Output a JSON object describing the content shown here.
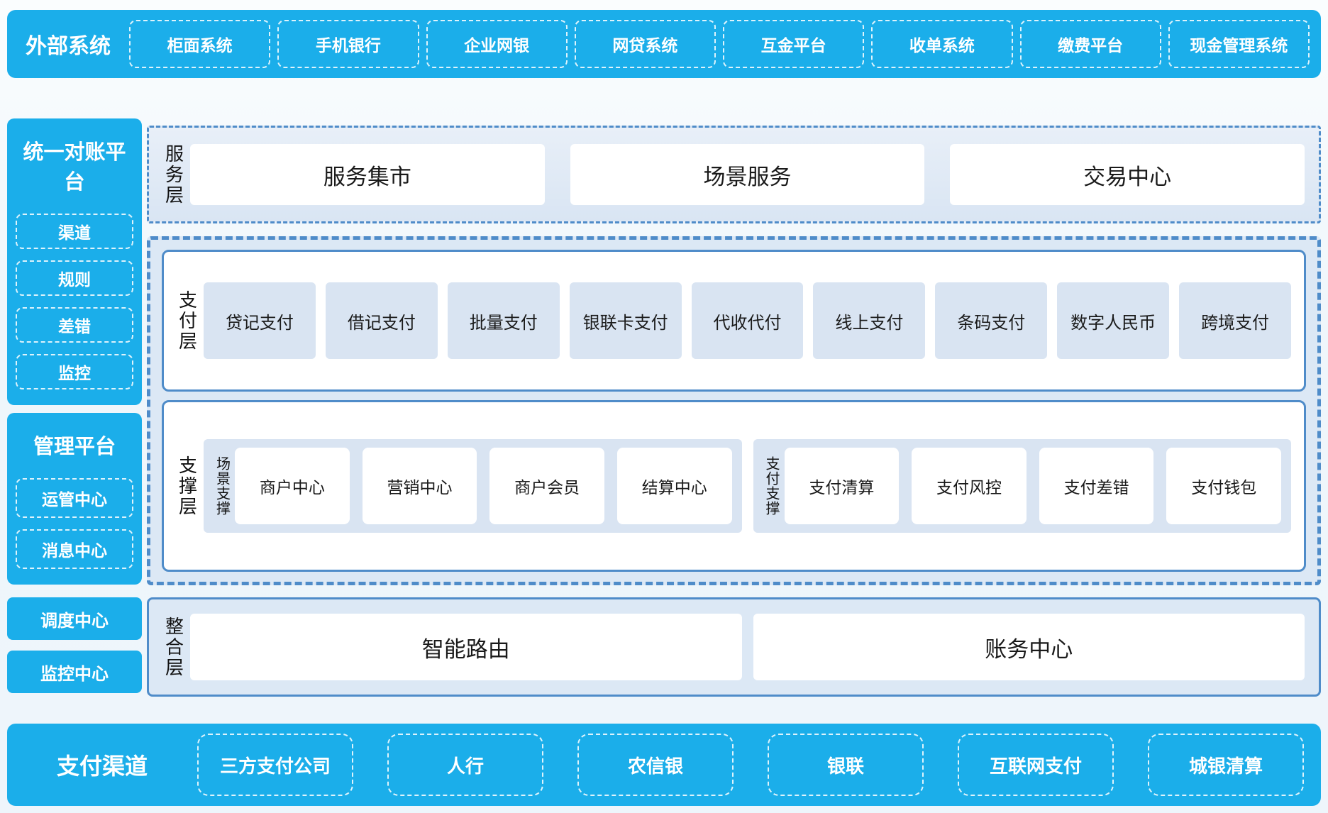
{
  "colors": {
    "brand_blue": "#1BAEEA",
    "panel_border_blue": "#4F8CC9",
    "panel_bg_light": "#DCE8F5",
    "item_bg_light": "#D9E4F2",
    "page_bg": "#EEF5FB",
    "text_dark": "#1A1A1A",
    "text_white": "#FFFFFF"
  },
  "top_bar": {
    "title": "外部系统",
    "items": [
      "柜面系统",
      "手机银行",
      "企业网银",
      "网贷系统",
      "互金平台",
      "收单系统",
      "缴费平台",
      "现金管理系统"
    ]
  },
  "sidebar": {
    "reconciliation_panel": {
      "title": "统一对账平台",
      "items": [
        "渠道",
        "规则",
        "差错",
        "监控"
      ]
    },
    "management_panel": {
      "title": "管理平台",
      "items": [
        "运管中心",
        "消息中心"
      ]
    },
    "solo_boxes": [
      "调度中心",
      "监控中心"
    ]
  },
  "service_layer": {
    "label": "服务层",
    "items": [
      "服务集市",
      "场景服务",
      "交易中心"
    ]
  },
  "payment_layer": {
    "label": "支付层",
    "items": [
      "贷记支付",
      "借记支付",
      "批量支付",
      "银联卡支付",
      "代收代付",
      "线上支付",
      "条码支付",
      "数字人民币",
      "跨境支付"
    ]
  },
  "support_layer": {
    "label": "支撑层",
    "groups": [
      {
        "label": "场景支撑",
        "items": [
          "商户中心",
          "营销中心",
          "商户会员",
          "结算中心"
        ]
      },
      {
        "label": "支付支撑",
        "items": [
          "支付清算",
          "支付风控",
          "支付差错",
          "支付钱包"
        ]
      }
    ]
  },
  "integration_layer": {
    "label": "整合层",
    "items": [
      "智能路由",
      "账务中心"
    ]
  },
  "bottom_bar": {
    "title": "支付渠道",
    "items": [
      "三方支付公司",
      "人行",
      "农信银",
      "银联",
      "互联网支付",
      "城银清算"
    ]
  }
}
